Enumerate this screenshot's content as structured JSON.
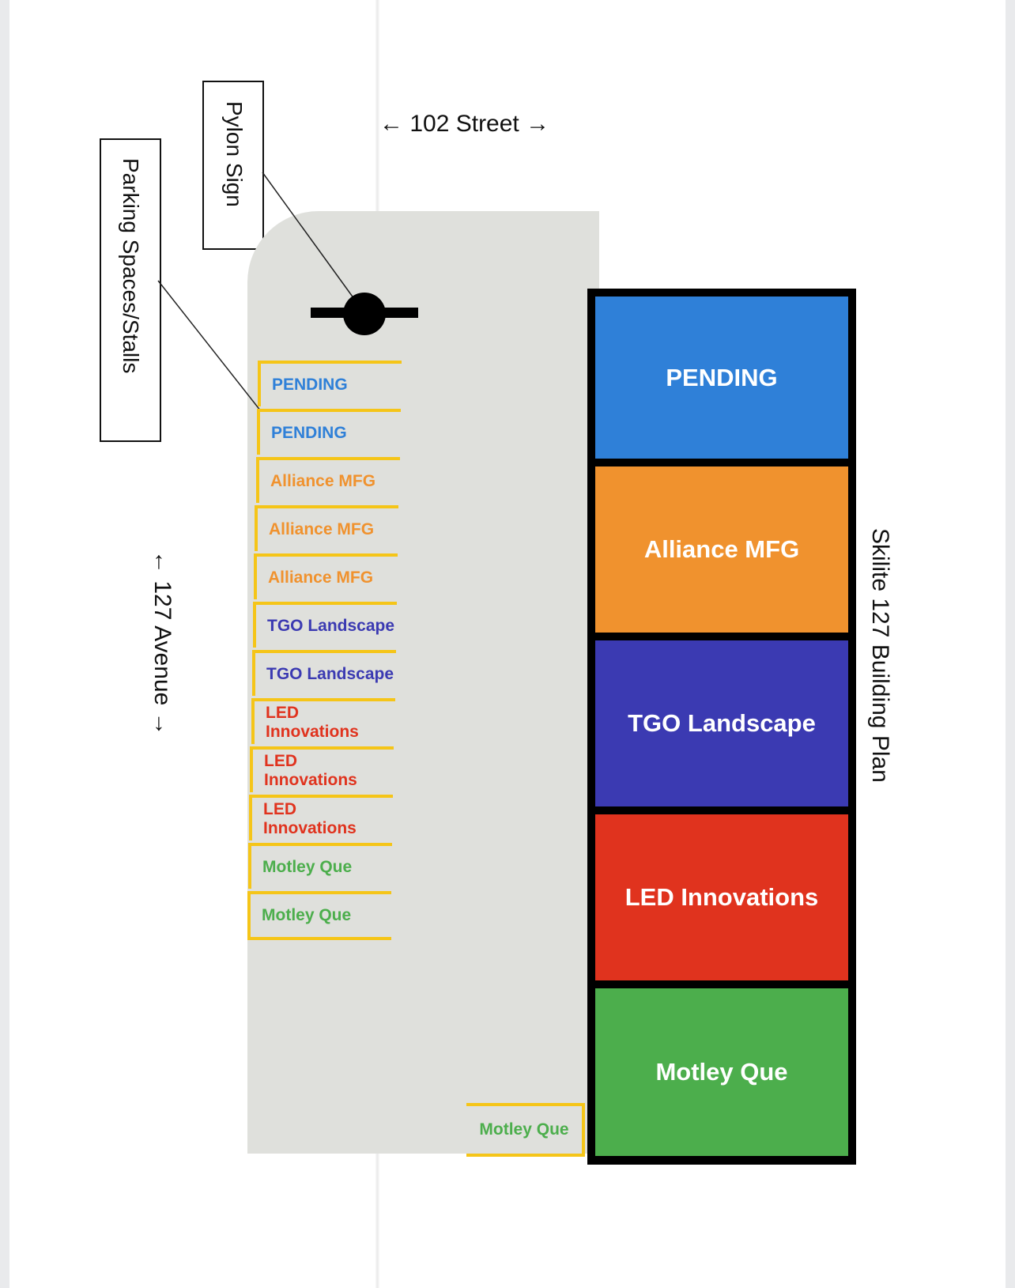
{
  "street_label": "← 102 Street →",
  "avenue_label": "← 127 Avenue →",
  "callouts": {
    "pylon_sign": "Pylon Sign",
    "parking": "Parking Spaces/Stalls"
  },
  "plan_title": "Skilite 127 Building Plan",
  "colors": {
    "pending": "#2f80d8",
    "alliance": "#f0922e",
    "tgo": "#3b3ab2",
    "led": "#e0331e",
    "motley": "#4cae4c",
    "stall_line": "#f5c518",
    "lot": "#dfe0dc"
  },
  "units": [
    {
      "label": "PENDING",
      "color": "#2f80d8"
    },
    {
      "label": "Alliance MFG",
      "color": "#f0922e"
    },
    {
      "label": "TGO Landscape",
      "color": "#3b3ab2"
    },
    {
      "label": "LED Innovations",
      "color": "#e0331e"
    },
    {
      "label": "Motley Que",
      "color": "#4cae4c"
    }
  ],
  "stalls": [
    {
      "label": "PENDING",
      "color": "#2f80d8"
    },
    {
      "label": "PENDING",
      "color": "#2f80d8"
    },
    {
      "label": "Alliance MFG",
      "color": "#f0922e"
    },
    {
      "label": "Alliance MFG",
      "color": "#f0922e"
    },
    {
      "label": "Alliance MFG",
      "color": "#f0922e"
    },
    {
      "label": "TGO Landscape",
      "color": "#3b3ab2"
    },
    {
      "label": "TGO Landscape",
      "color": "#3b3ab2"
    },
    {
      "label": "LED Innovations",
      "color": "#e0331e"
    },
    {
      "label": "LED Innovations",
      "color": "#e0331e"
    },
    {
      "label": "LED Innovations",
      "color": "#e0331e"
    },
    {
      "label": "Motley Que",
      "color": "#4cae4c"
    },
    {
      "label": "Motley Que",
      "color": "#4cae4c"
    }
  ],
  "rear_stall": {
    "label": "Motley Que",
    "color": "#4cae4c"
  }
}
